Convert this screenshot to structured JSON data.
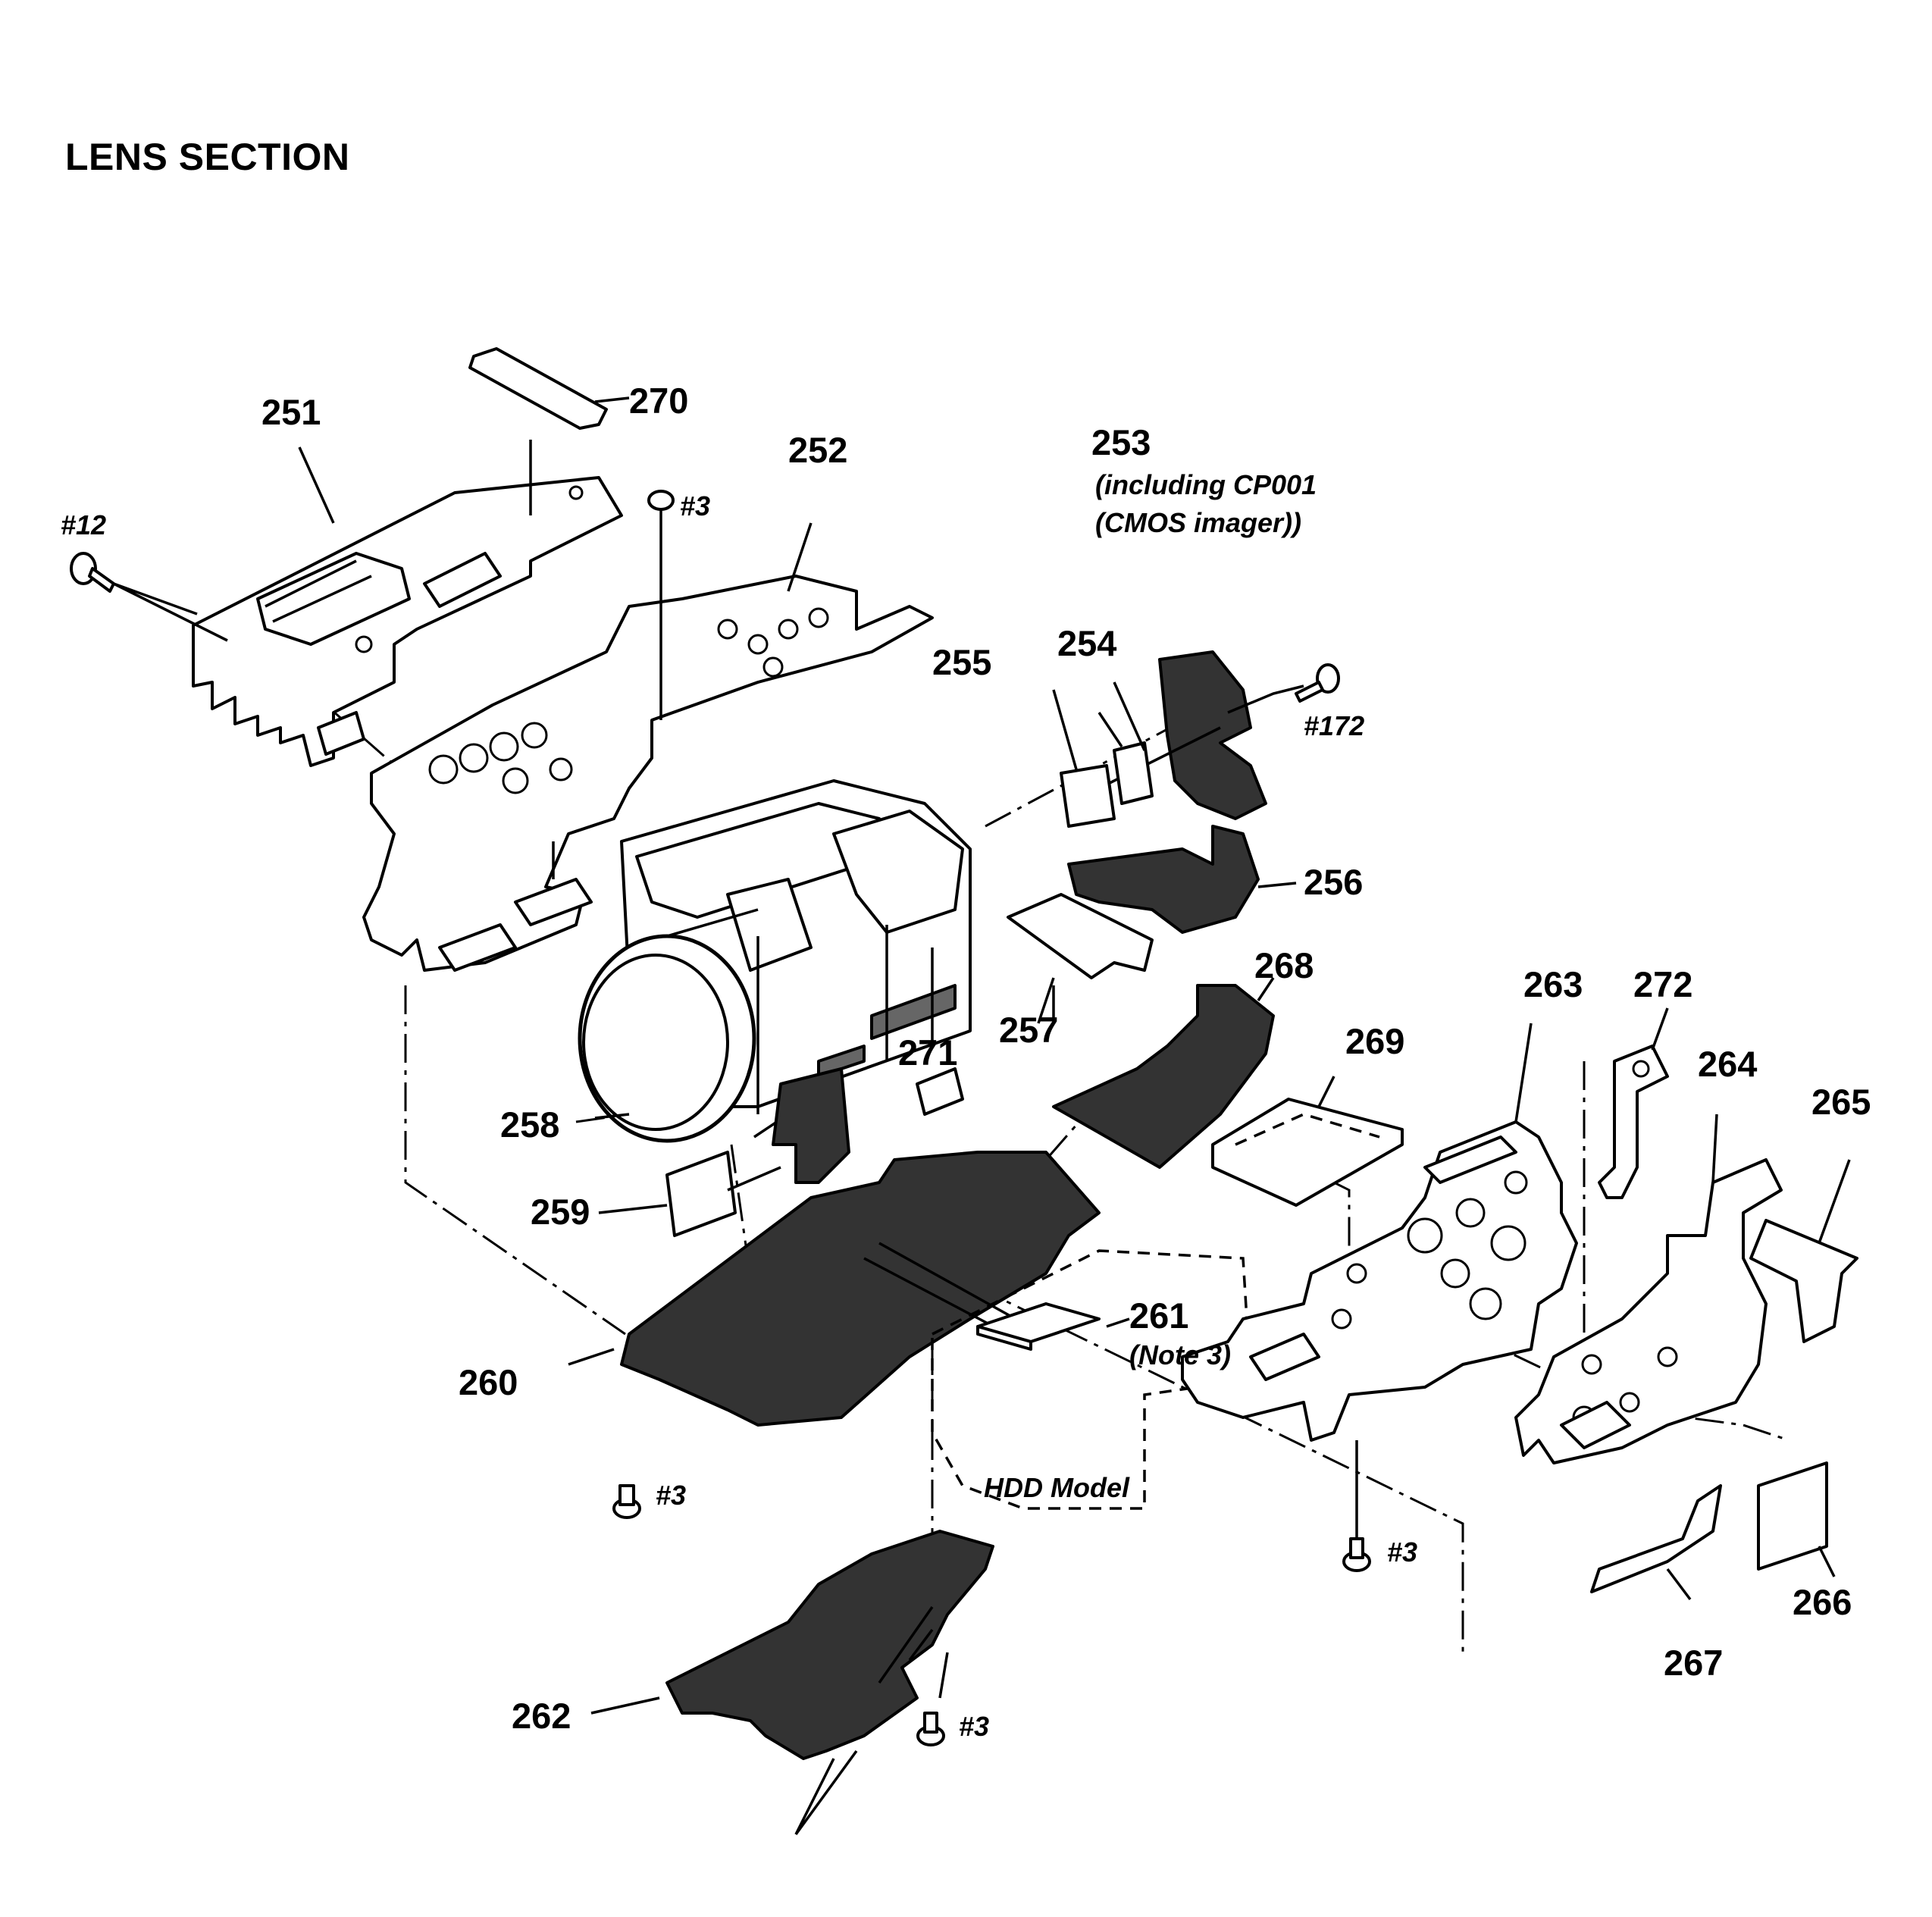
{
  "title": "LENS SECTION",
  "callouts": [
    {
      "id": "251",
      "text": "251"
    },
    {
      "id": "252",
      "text": "252"
    },
    {
      "id": "253",
      "text": "253"
    },
    {
      "id": "254",
      "text": "254"
    },
    {
      "id": "255",
      "text": "255"
    },
    {
      "id": "256",
      "text": "256"
    },
    {
      "id": "257",
      "text": "257"
    },
    {
      "id": "258",
      "text": "258"
    },
    {
      "id": "259",
      "text": "259"
    },
    {
      "id": "260",
      "text": "260"
    },
    {
      "id": "261",
      "text": "261"
    },
    {
      "id": "262",
      "text": "262"
    },
    {
      "id": "263",
      "text": "263"
    },
    {
      "id": "264",
      "text": "264"
    },
    {
      "id": "265",
      "text": "265"
    },
    {
      "id": "266",
      "text": "266"
    },
    {
      "id": "267",
      "text": "267"
    },
    {
      "id": "268",
      "text": "268"
    },
    {
      "id": "269",
      "text": "269"
    },
    {
      "id": "270",
      "text": "270"
    },
    {
      "id": "271",
      "text": "271"
    },
    {
      "id": "272",
      "text": "272"
    }
  ],
  "notes": {
    "p253_line1": "(including CP001",
    "p253_line2": "(CMOS imager))",
    "p261": "(Note 3)",
    "hdd_model": "HDD Model"
  },
  "screws": [
    {
      "id": "s12",
      "text": "#12"
    },
    {
      "id": "s3_top",
      "text": "#3"
    },
    {
      "id": "s172",
      "text": "#172"
    },
    {
      "id": "s3_left",
      "text": "#3"
    },
    {
      "id": "s3_mid",
      "text": "#3"
    },
    {
      "id": "s3_bottom",
      "text": "#3"
    }
  ]
}
